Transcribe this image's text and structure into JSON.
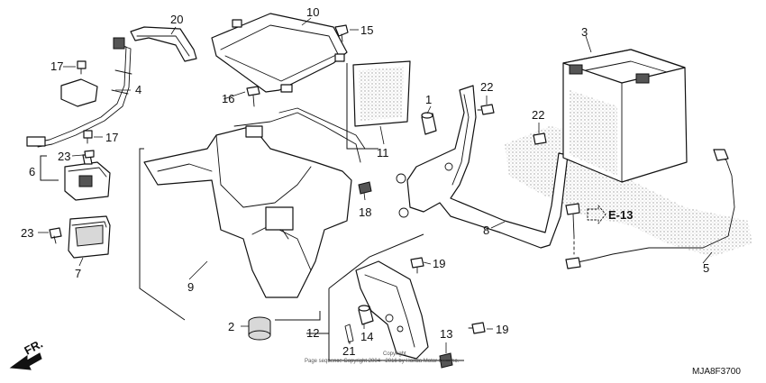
{
  "callouts": {
    "c1": "1",
    "c2": "2",
    "c3": "3",
    "c4": "4",
    "c5": "5",
    "c6": "6",
    "c7": "7",
    "c8": "8",
    "c9": "9",
    "c10": "10",
    "c11": "11",
    "c12": "12",
    "c13": "13",
    "c14": "14",
    "c15": "15",
    "c16": "16",
    "c17a": "17",
    "c17b": "17",
    "c18": "18",
    "c19a": "19",
    "c19b": "19",
    "c20": "20",
    "c21": "21",
    "c22a": "22",
    "c22b": "22",
    "c23a": "23",
    "c23b": "23"
  },
  "reference": {
    "label": "E-13"
  },
  "direction": {
    "label": "FR."
  },
  "footer": {
    "diagram_code": "MJA8F3700",
    "copyright_line1": "Copyright",
    "copyright_line2": "Page sequence Copyright 2004 - 2016 by Honda Motor Co., Inc."
  }
}
